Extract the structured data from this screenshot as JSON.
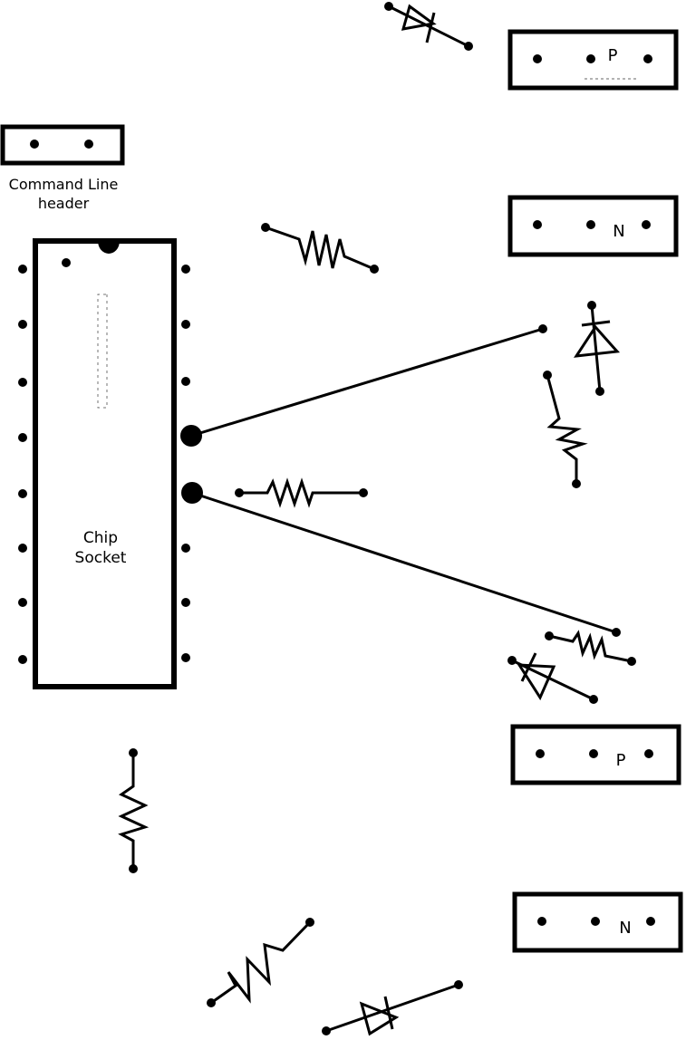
{
  "diagram": {
    "labels": {
      "command_line_header_line1": "Command Line",
      "command_line_header_line2": "header",
      "chip_socket_line1": "Chip",
      "chip_socket_line2": "Socket",
      "header_p_top": "P",
      "header_n_top": "N",
      "header_p_bottom": "P",
      "header_n_bottom": "N"
    },
    "colors": {
      "ink": "#000000",
      "background": "#ffffff"
    }
  }
}
